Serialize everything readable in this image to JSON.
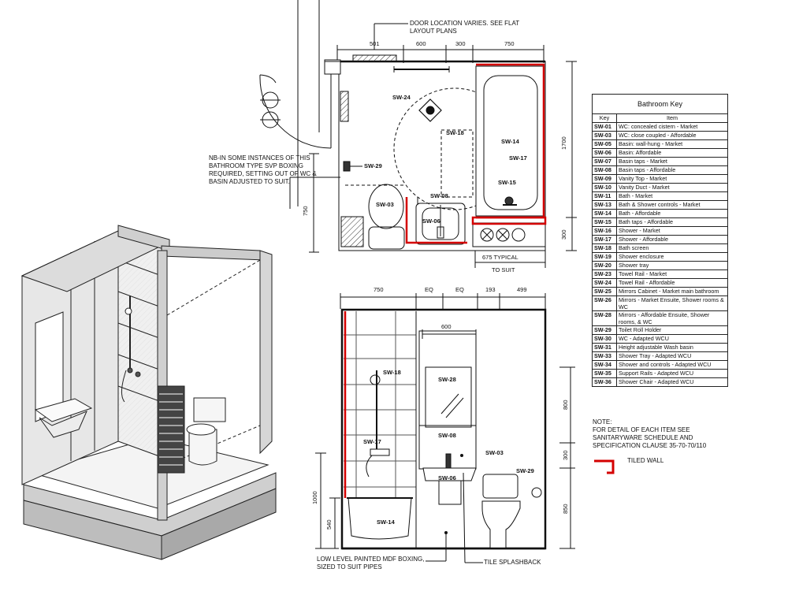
{
  "notes": {
    "door_location": "DOOR LOCATION VARIES. SEE FLAT LAYOUT PLANS",
    "svp_boxing": "NB-IN SOME INSTANCES OF THIS BATHROOM TYPE SVP BOXING REQUIRED, SETTING OUT OF WC & BASIN ADJUSTED TO SUIT.",
    "boxing": "LOW LEVEL PAINTED MDF BOXING, SIZED TO SUIT PIPES",
    "splashback": "TILE SPLASHBACK",
    "note_heading": "NOTE:",
    "note_body": "FOR DETAIL OF EACH ITEM SEE SANITARYWARE SCHEDULE AND SPECIFICATION CLAUSE 35-70-70/110",
    "tiled_wall": "TILED WALL",
    "typical": "675 TYPICAL",
    "to_suit": "TO SUIT"
  },
  "plan_dims": {
    "d1": "501",
    "d2": "600",
    "d3": "300",
    "d4": "750",
    "h1": "1700",
    "h2": "300",
    "v1": "750"
  },
  "elev_dims": {
    "d1": "750",
    "d2": "EQ",
    "d3": "EQ",
    "d4": "193",
    "d5": "499",
    "w600": "600",
    "v800": "800",
    "v300": "300",
    "v850": "850",
    "v1000": "1000",
    "v540": "540"
  },
  "plan_labels": {
    "sw24": "SW-24",
    "sw18": "SW-18",
    "sw14": "SW-14",
    "sw17": "SW-17",
    "sw15": "SW-15",
    "sw29": "SW-29",
    "sw03": "SW-03",
    "sw08": "SW-08",
    "sw06": "SW-06"
  },
  "elev_labels": {
    "sw18": "SW-18",
    "sw28": "SW-28",
    "sw08": "SW-08",
    "sw17": "SW-17",
    "sw03": "SW-03",
    "sw29": "SW-29",
    "sw06": "SW-06",
    "sw14": "SW-14"
  },
  "key": {
    "title": "Bathroom Key",
    "col_key": "Key",
    "col_item": "Item",
    "rows": [
      {
        "code": "SW-01",
        "item": "WC: concealed cistern - Market"
      },
      {
        "code": "SW-03",
        "item": "WC: close coupled - Affordable"
      },
      {
        "code": "SW-05",
        "item": "Basin: wall-hung - Market"
      },
      {
        "code": "SW-06",
        "item": "Basin: Affordable"
      },
      {
        "code": "SW-07",
        "item": "Basin taps - Market"
      },
      {
        "code": "SW-08",
        "item": "Basin taps - Affordable"
      },
      {
        "code": "SW-09",
        "item": "Vanity Top - Market"
      },
      {
        "code": "SW-10",
        "item": "Vanity Duct - Market"
      },
      {
        "code": "SW-11",
        "item": "Bath - Market"
      },
      {
        "code": "SW-13",
        "item": "Bath & Shower controls - Market"
      },
      {
        "code": "SW-14",
        "item": "Bath - Affordable"
      },
      {
        "code": "SW-15",
        "item": "Bath taps - Affordable"
      },
      {
        "code": "SW-16",
        "item": "Shower - Market"
      },
      {
        "code": "SW-17",
        "item": "Shower - Affordable"
      },
      {
        "code": "SW-18",
        "item": "Bath screen"
      },
      {
        "code": "SW-19",
        "item": "Shower enclosure"
      },
      {
        "code": "SW-20",
        "item": "Shower tray"
      },
      {
        "code": "SW-23",
        "item": "Towel Rail - Market"
      },
      {
        "code": "SW-24",
        "item": "Towel Rail - Affordable"
      },
      {
        "code": "SW-25",
        "item": "Mirrors Cabinet - Market main bathroom"
      },
      {
        "code": "SW-26",
        "item": "Mirrors - Market Ensuite, Shower rooms & WC"
      },
      {
        "code": "SW-28",
        "item": "Mirrors - Affordable Ensuite, Shower rooms, & WC"
      },
      {
        "code": "SW-29",
        "item": "Toilet Roll Holder"
      },
      {
        "code": "SW-30",
        "item": "WC - Adapted WCU"
      },
      {
        "code": "SW-31",
        "item": "Height adjustable Wash basin"
      },
      {
        "code": "SW-33",
        "item": "Shower Tray - Adapted WCU"
      },
      {
        "code": "SW-34",
        "item": "Shower and controls - Adapted WCU"
      },
      {
        "code": "SW-35",
        "item": "Support Rails - Adapted WCU"
      },
      {
        "code": "SW-36",
        "item": "Shower Chair - Adapted WCU"
      }
    ]
  },
  "colors": {
    "tiled": "#d40000",
    "line": "#111111"
  }
}
